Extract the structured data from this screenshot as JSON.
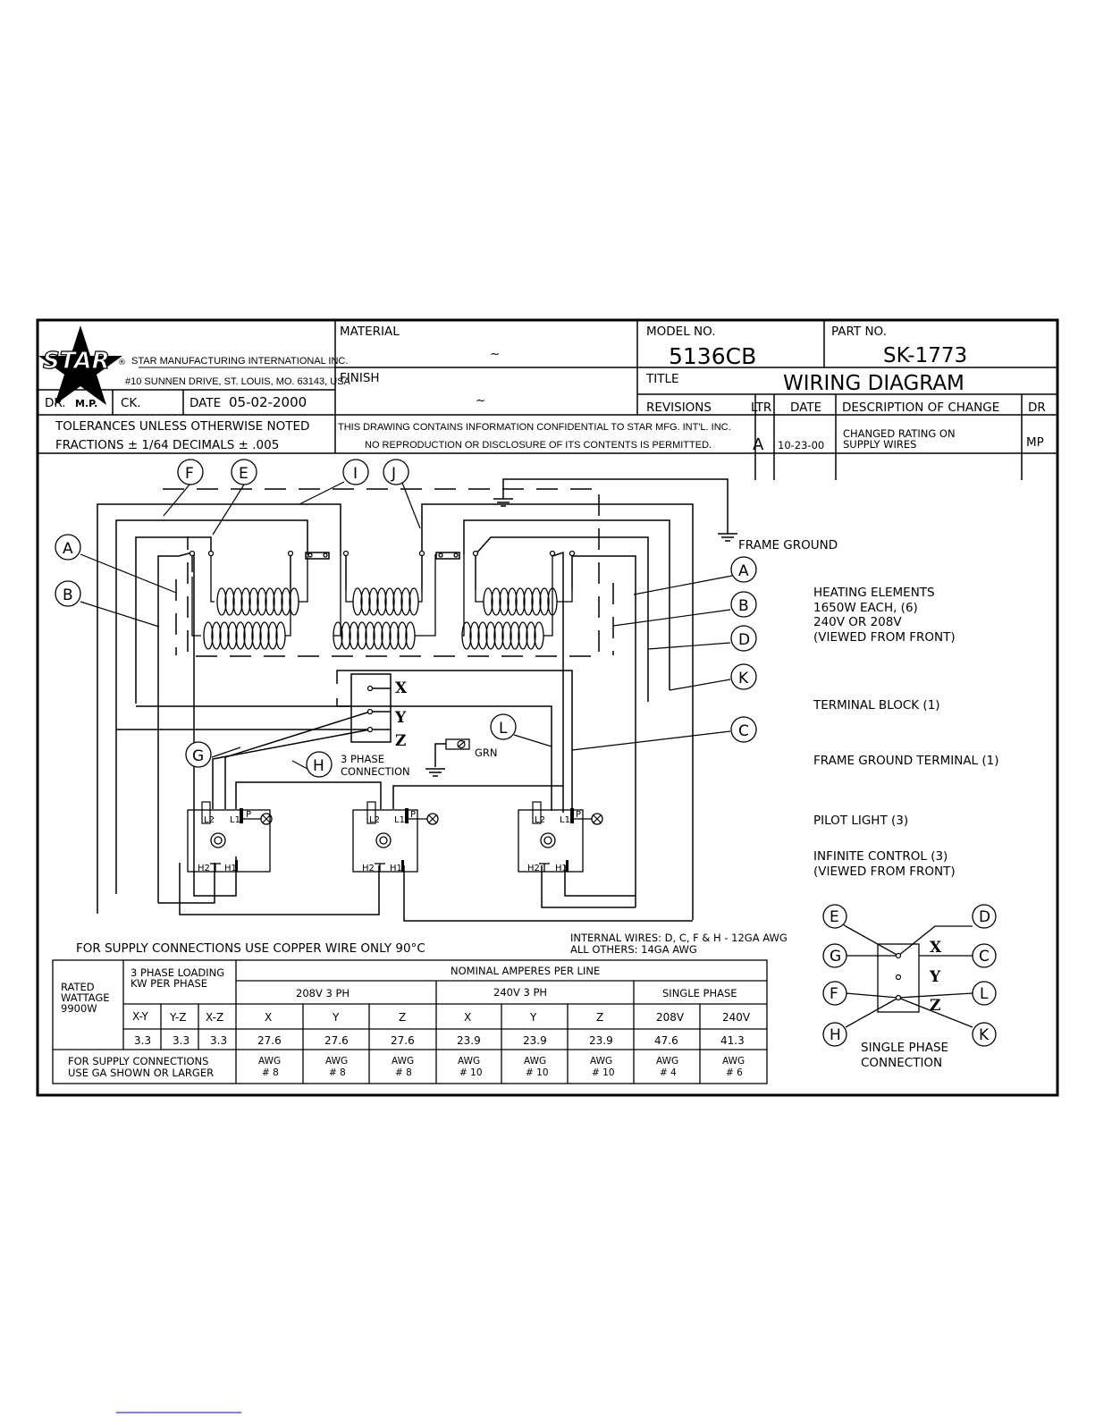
{
  "title_block": {
    "company_name": "STAR MANUFACTURING INTERNATIONAL INC.",
    "company_address": "#10 SUNNEN DRIVE, ST. LOUIS, MO. 63143, USA",
    "logo_text": "STAR",
    "material_label": "MATERIAL",
    "material_value": "~",
    "finish_label": "FINISH",
    "finish_value": "~",
    "model_label": "MODEL NO.",
    "model_value": "5136CB",
    "part_label": "PART NO.",
    "part_value": "SK-1773",
    "title_label": "TITLE",
    "title_value": "WIRING DIAGRAM",
    "drawn_by_label": "DR.",
    "drawn_by_value": "M.P.",
    "checked_label": "CK.",
    "date_label": "DATE",
    "date_value": "05-02-2000",
    "tolerance_line1": "TOLERANCES UNLESS OTHERWISE NOTED",
    "tolerance_line2": "FRACTIONS ± 1/64   DECIMALS ±   .005",
    "confidential_line1": "THIS DRAWING CONTAINS INFORMATION CONFIDENTIAL TO STAR MFG. INT'L. INC.",
    "confidential_line2": "NO REPRODUCTION OR DISCLOSURE OF ITS CONTENTS IS PERMITTED."
  },
  "revisions": {
    "header": [
      "REVISIONS",
      "LTR",
      "DATE",
      "DESCRIPTION OF CHANGE",
      "DR"
    ],
    "rows": [
      {
        "ltr": "A",
        "date": "10-23-00",
        "desc_line1": "CHANGED RATING ON",
        "desc_line2": "SUPPLY WIRES",
        "dr": "MP"
      }
    ]
  },
  "diagram": {
    "wire_labels": [
      "F",
      "E",
      "I",
      "J",
      "A",
      "B",
      "A",
      "B",
      "D",
      "K",
      "C",
      "G",
      "H",
      "L"
    ],
    "frame_ground": "FRAME GROUND",
    "terminals": [
      "X",
      "Y",
      "Z"
    ],
    "three_phase_line1": "3 PHASE",
    "three_phase_line2": "CONNECTION",
    "grn": "GRN",
    "control_terminals": [
      "L2",
      "L1",
      "P",
      "H2",
      "H1"
    ],
    "legend": {
      "heating_line1": "HEATING ELEMENTS",
      "heating_line2": "1650W EACH, (6)",
      "heating_line3": "240V OR 208V",
      "heating_line4": "(VIEWED FROM FRONT)",
      "terminal_block": "TERMINAL BLOCK (1)",
      "frame_ground_terminal": "FRAME GROUND TERMINAL (1)",
      "pilot_light": "PILOT LIGHT (3)",
      "infinite_line1": "INFINITE CONTROL (3)",
      "infinite_line2": "(VIEWED FROM FRONT)"
    },
    "single_phase": {
      "labels_left": [
        "E",
        "G",
        "F",
        "H"
      ],
      "labels_right": [
        "D",
        "C",
        "L",
        "K"
      ],
      "terminals": [
        "X",
        "Y",
        "Z"
      ],
      "caption_line1": "SINGLE PHASE",
      "caption_line2": "CONNECTION"
    },
    "internal_wires_line1": "INTERNAL WIRES: D, C, F & H - 12GA AWG",
    "internal_wires_line2": "ALL OTHERS: 14GA AWG",
    "supply_note": "FOR SUPPLY CONNECTIONS USE COPPER WIRE ONLY 90°C"
  },
  "rating_table": {
    "rated_line1": "RATED",
    "rated_line2": "WATTAGE",
    "rated_line3": "9900W",
    "loading_line1": "3 PHASE LOADING",
    "loading_line2": "KW PER PHASE",
    "nominal": "NOMINAL AMPERES PER LINE",
    "group_208": "208V 3 PH",
    "group_240": "240V 3 PH",
    "group_single": "SINGLE PHASE",
    "sub_headers": [
      "X-Y",
      "Y-Z",
      "X-Z",
      "X",
      "Y",
      "Z",
      "X",
      "Y",
      "Z",
      "208V",
      "240V"
    ],
    "values": [
      "3.3",
      "3.3",
      "3.3",
      "27.6",
      "27.6",
      "27.6",
      "23.9",
      "23.9",
      "23.9",
      "47.6",
      "41.3"
    ],
    "awg_label_line1": "FOR SUPPLY CONNECTIONS",
    "awg_label_line2": "USE GA SHOWN OR LARGER",
    "awg_line1": "AWG",
    "awg_sizes": [
      "# 8",
      "# 8",
      "# 8",
      "# 10",
      "# 10",
      "# 10",
      "# 4",
      "# 6"
    ]
  }
}
